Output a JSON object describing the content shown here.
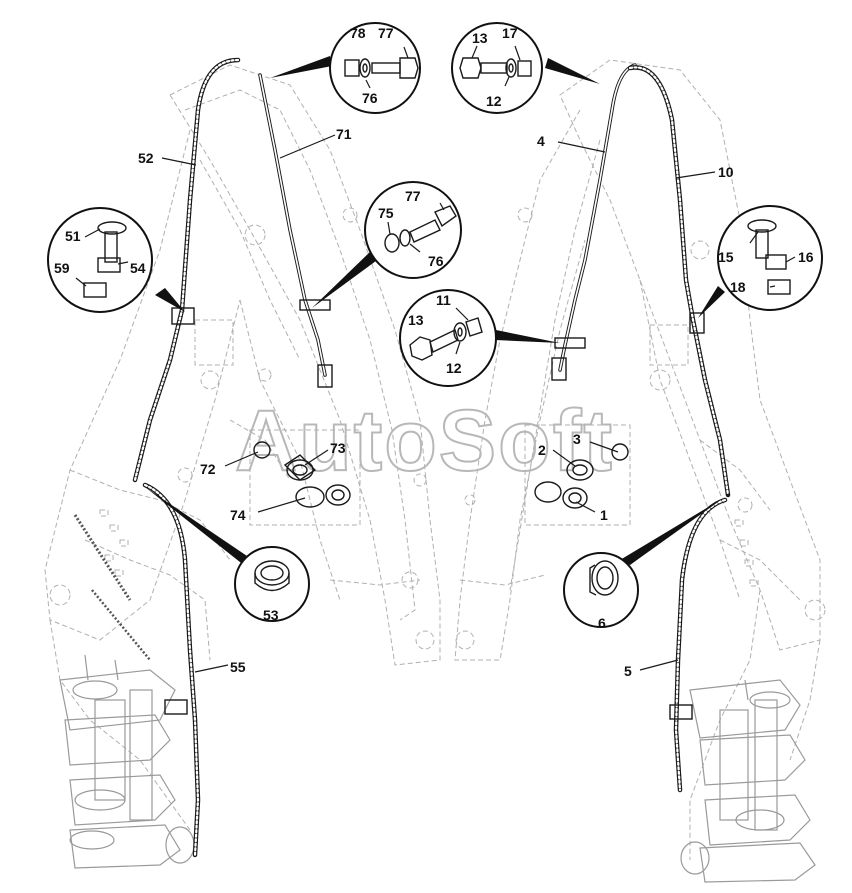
{
  "watermark": "AutoSoft",
  "labels": {
    "l1": "1",
    "l2": "2",
    "l3": "3",
    "l4": "4",
    "l5": "5",
    "l6": "6",
    "l10": "10",
    "l11": "11",
    "l12a": "12",
    "l12b": "12",
    "l13a": "13",
    "l13b": "13",
    "l15": "15",
    "l16": "16",
    "l17": "17",
    "l18": "18",
    "l51": "51",
    "l52": "52",
    "l53": "53",
    "l54": "54",
    "l55": "55",
    "l59": "59",
    "l71": "71",
    "l72": "72",
    "l73": "73",
    "l74": "74",
    "l75": "75",
    "l76a": "76",
    "l76b": "76",
    "l77a": "77",
    "l77b": "77",
    "l78": "78"
  }
}
